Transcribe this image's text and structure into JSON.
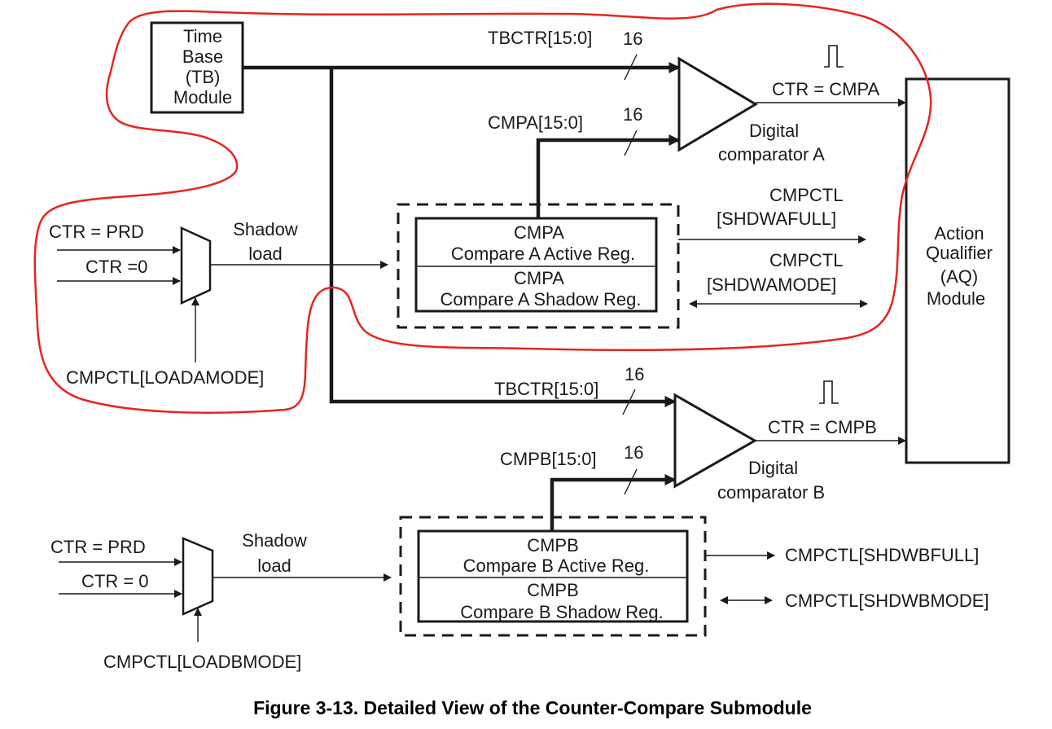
{
  "tb_module": {
    "line1": "Time",
    "line2": "Base",
    "line3": "(TB)",
    "line4": "Module"
  },
  "aq_module": {
    "line1": "Action",
    "line2": "Qualifier",
    "line3": "(AQ)",
    "line4": "Module"
  },
  "channel_a": {
    "tbctr_label": "TBCTR[15:0]",
    "tbctr_width": "16",
    "cmp_label": "CMPA[15:0]",
    "cmp_width": "16",
    "comparator_line1": "Digital",
    "comparator_line2": "comparator A",
    "output_label": "CTR = CMPA",
    "active_reg_line1": "CMPA",
    "active_reg_line2": "Compare A Active Reg.",
    "shadow_reg_line1": "CMPA",
    "shadow_reg_line2": "Compare A Shadow Reg.",
    "full_flag_line1": "CMPCTL",
    "full_flag_line2": "[SHDWAFULL]",
    "mode_flag_line1": "CMPCTL",
    "mode_flag_line2": "[SHDWAMODE]",
    "mux_input_1": "CTR = PRD",
    "mux_input_2": "CTR =0",
    "shadow_load_line1": "Shadow",
    "shadow_load_line2": "load",
    "load_mode": "CMPCTL[LOADAMODE]"
  },
  "channel_b": {
    "tbctr_label": "TBCTR[15:0]",
    "tbctr_width": "16",
    "cmp_label": "CMPB[15:0]",
    "cmp_width": "16",
    "comparator_line1": "Digital",
    "comparator_line2": "comparator B",
    "output_label": "CTR = CMPB",
    "active_reg_line1": "CMPB",
    "active_reg_line2": "Compare B Active Reg.",
    "shadow_reg_line1": "CMPB",
    "shadow_reg_line2": "Compare B Shadow Reg.",
    "full_flag": "CMPCTL[SHDWBFULL]",
    "mode_flag": "CMPCTL[SHDWBMODE]",
    "mux_input_1": "CTR = PRD",
    "mux_input_2": "CTR = 0",
    "shadow_load_line1": "Shadow",
    "shadow_load_line2": "load",
    "load_mode": "CMPCTL[LOADBMODE]"
  },
  "caption": "Figure 3-13. Detailed View of the Counter-Compare Submodule",
  "colors": {
    "line": "#1a1a1a",
    "annotation": "#e8241c",
    "background": "#ffffff"
  }
}
